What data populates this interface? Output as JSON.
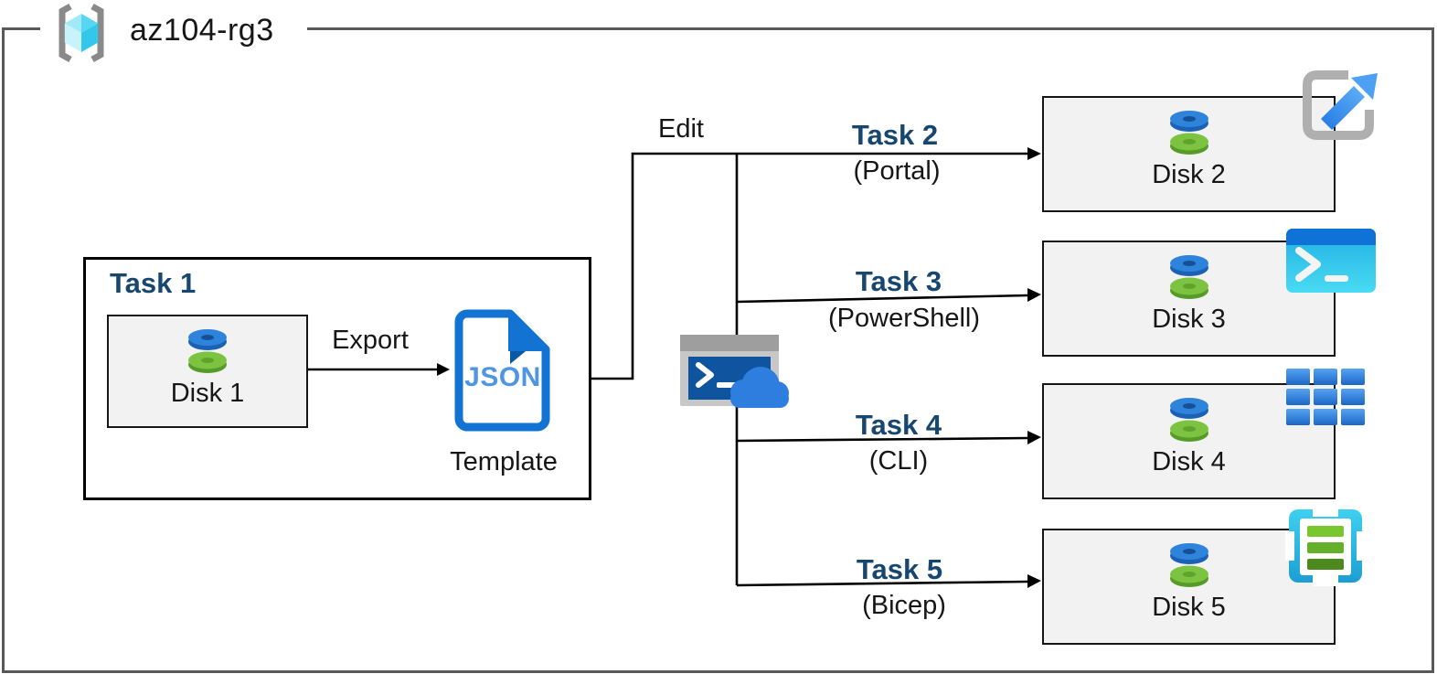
{
  "header": {
    "resource_group": "az104-rg3"
  },
  "task1": {
    "title": "Task 1",
    "disk_label": "Disk 1",
    "export_label": "Export",
    "json_text": "JSON",
    "template_label": "Template"
  },
  "edit_label": "Edit",
  "branches": [
    {
      "task": "Task 2",
      "method": "(Portal)",
      "disk": "Disk 2",
      "tool_icon": "portal-share-icon"
    },
    {
      "task": "Task 3",
      "method": "(PowerShell)",
      "disk": "Disk 3",
      "tool_icon": "powershell-icon"
    },
    {
      "task": "Task 4",
      "method": "(CLI)",
      "disk": "Disk 4",
      "tool_icon": "cli-grid-icon"
    },
    {
      "task": "Task 5",
      "method": "(Bicep)",
      "disk": "Disk 5",
      "tool_icon": "bicep-template-icon"
    }
  ],
  "colors": {
    "task_label_blue": "#17466F",
    "outer_border_gray": "#595959",
    "box_fill_gray": "#F2F2F2",
    "connector_black": "#000000",
    "json_doc_blue": "#1273D2",
    "json_text_blue": "#4E96E3",
    "disk_blue": "#2E83DB",
    "disk_green": "#7CC342",
    "cloud_blue": "#2E7EE0",
    "shell_cyan": "#2EC6EC",
    "rg_cube_cyan": "#55D6F1",
    "bracket_gray": "#8A8A8A"
  }
}
